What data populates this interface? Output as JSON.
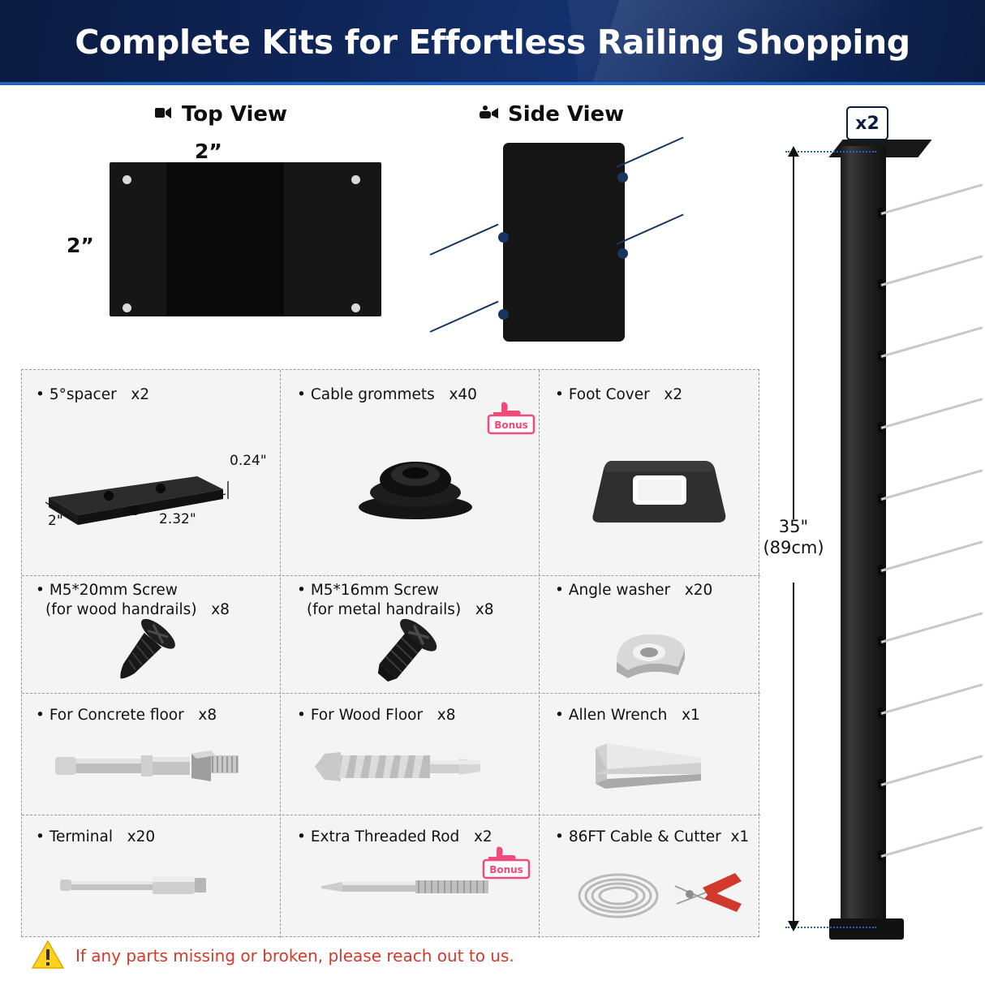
{
  "header": {
    "title": "Complete Kits for Effortless Railing Shopping"
  },
  "views": {
    "top": {
      "label": "Top View",
      "icon": "camera-icon",
      "width_dim": "2”",
      "height_dim": "2”"
    },
    "side": {
      "label": "Side View",
      "icon": "camera-icon"
    }
  },
  "post": {
    "quantity_badge": "x2",
    "height_label_line1": "35\"",
    "height_label_line2": "(89cm)"
  },
  "parts": [
    {
      "name": "5°spacer",
      "qty": "x2",
      "bonus": false,
      "icon": "spacer-plate-icon",
      "dims": {
        "thickness": "0.24\"",
        "width": "2\"",
        "length": "2.32\""
      }
    },
    {
      "name": "Cable grommets",
      "qty": "x40",
      "bonus": true,
      "icon": "grommet-icon",
      "bonus_label": "Bonus"
    },
    {
      "name": "Foot Cover",
      "qty": "x2",
      "bonus": false,
      "icon": "foot-cover-icon"
    },
    {
      "name": "M5*20mm Screw",
      "name_line2": "(for wood handrails)",
      "qty": "x8",
      "bonus": false,
      "icon": "wood-screw-icon"
    },
    {
      "name": "M5*16mm Screw",
      "name_line2": "(for metal handrails)",
      "qty": "x8",
      "bonus": false,
      "icon": "machine-screw-icon"
    },
    {
      "name": "Angle washer",
      "qty": "x20",
      "bonus": false,
      "icon": "angle-washer-icon"
    },
    {
      "name": "For Concrete floor",
      "qty": "x8",
      "bonus": false,
      "icon": "concrete-anchor-icon"
    },
    {
      "name": "For Wood Floor",
      "qty": "x8",
      "bonus": false,
      "icon": "lag-screw-icon"
    },
    {
      "name": "Allen Wrench",
      "qty": "x1",
      "bonus": false,
      "icon": "allen-wrench-icon"
    },
    {
      "name": "Terminal",
      "qty": "x20",
      "bonus": false,
      "icon": "terminal-icon"
    },
    {
      "name": "Extra Threaded Rod",
      "qty": "x2",
      "bonus": true,
      "icon": "threaded-rod-icon",
      "bonus_label": "Bonus"
    },
    {
      "name": "86FT Cable & Cutter",
      "qty": "x1",
      "bonus": false,
      "icon": "cable-cutter-icon"
    }
  ],
  "footer": {
    "note": "If any parts missing or broken, please reach out to us.",
    "icon": "warning-triangle-icon"
  },
  "colors": {
    "header_bg": "#0b1c42",
    "header_accent": "#1b63c9",
    "note_red": "#d23a2a",
    "bonus_pink": "#f04a7a",
    "metal": "#c9c9c9",
    "dark": "#161616"
  }
}
